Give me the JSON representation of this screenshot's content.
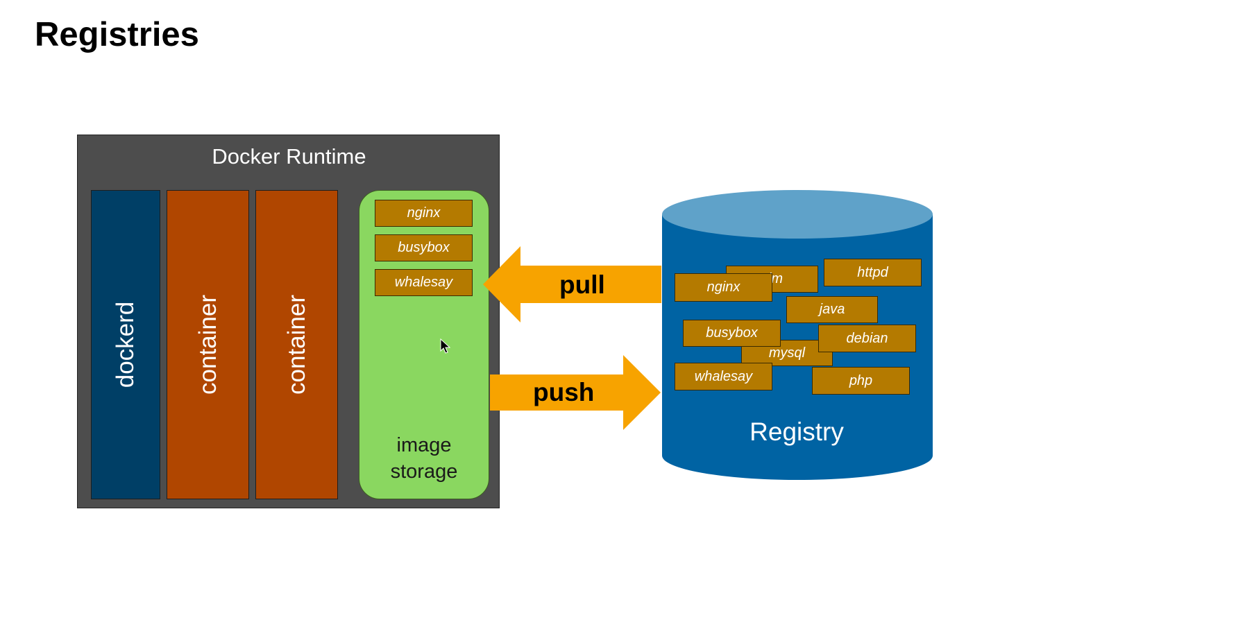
{
  "title": "Registries",
  "colors": {
    "runtime_bg": "#4d4d4d",
    "dockerd": "#003f66",
    "container": "#b04600",
    "storage": "#8ad760",
    "chip": "#b47a00",
    "arrow": "#f7a300",
    "cylinder_body": "#0063a3",
    "cylinder_top": "#5fa2c9"
  },
  "runtime": {
    "title": "Docker Runtime",
    "columns": [
      "dockerd",
      "container",
      "container"
    ],
    "storage": {
      "images": [
        "nginx",
        "busybox",
        "whalesay"
      ],
      "label_line1": "image",
      "label_line2": "storage"
    }
  },
  "arrows": {
    "pull": "pull",
    "push": "push"
  },
  "registry": {
    "label": "Registry",
    "images": [
      "vim",
      "httpd",
      "nginx",
      "java",
      "busybox",
      "debian",
      "mysql",
      "whalesay",
      "php"
    ]
  }
}
